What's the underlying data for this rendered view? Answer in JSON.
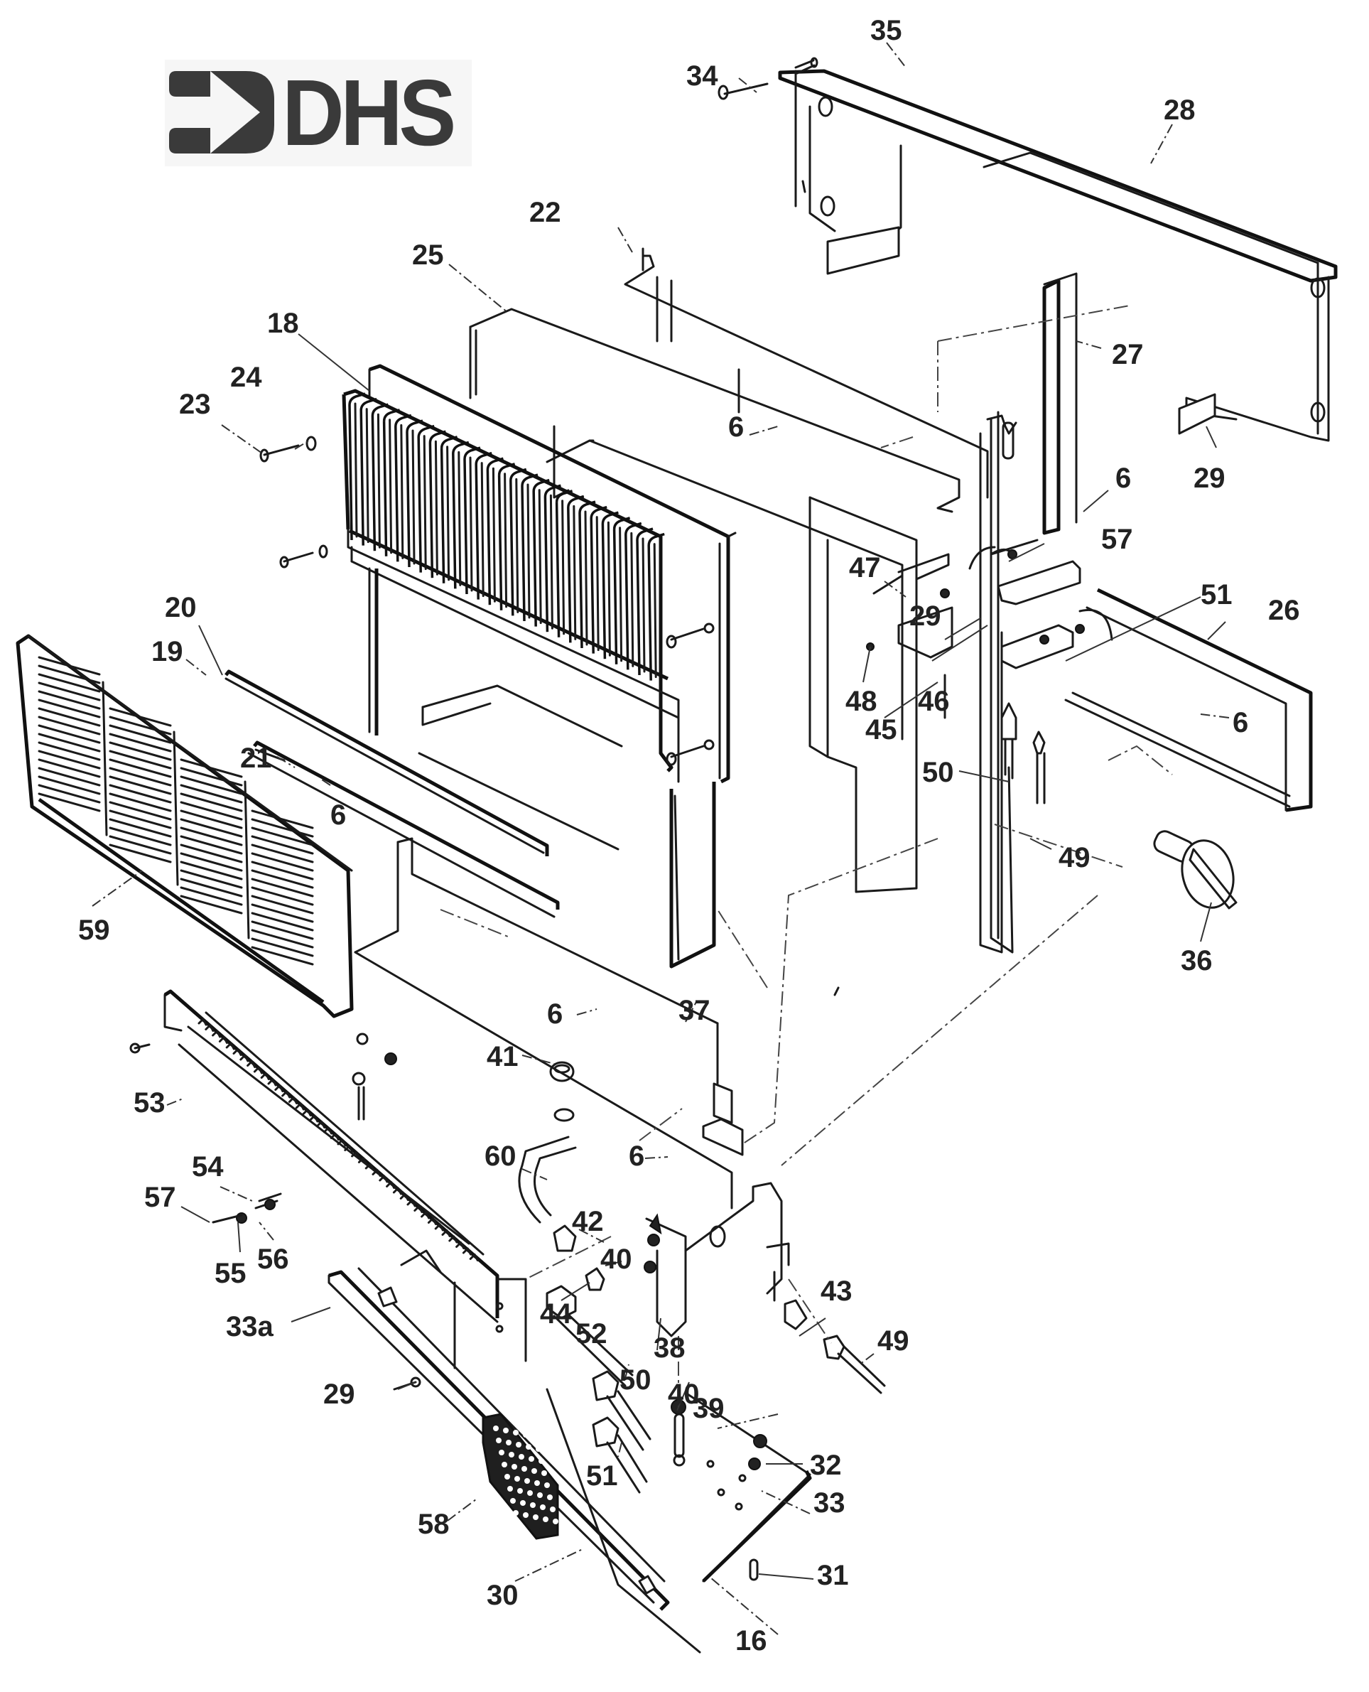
{
  "document": {
    "type": "exploded parts diagram",
    "brand_logo": {
      "text": "DHS",
      "icon": "right-arrow-icon"
    },
    "colors": {
      "ink": "#1a1a1a",
      "paper": "#ffffff",
      "logo_ink": "#3a3a3a",
      "logo_bg": "#f6f6f6"
    }
  },
  "callouts": [
    {
      "id": "c35",
      "label": "35"
    },
    {
      "id": "c34",
      "label": "34"
    },
    {
      "id": "c28",
      "label": "28"
    },
    {
      "id": "c22",
      "label": "22"
    },
    {
      "id": "c25",
      "label": "25"
    },
    {
      "id": "c18",
      "label": "18"
    },
    {
      "id": "c24",
      "label": "24"
    },
    {
      "id": "c23",
      "label": "23"
    },
    {
      "id": "c27",
      "label": "27"
    },
    {
      "id": "c6a",
      "label": "6"
    },
    {
      "id": "c29a",
      "label": "29"
    },
    {
      "id": "c6b",
      "label": "6"
    },
    {
      "id": "c57a",
      "label": "57"
    },
    {
      "id": "c47",
      "label": "47"
    },
    {
      "id": "c29b",
      "label": "29"
    },
    {
      "id": "c51a",
      "label": "51"
    },
    {
      "id": "c26",
      "label": "26"
    },
    {
      "id": "c48",
      "label": "48"
    },
    {
      "id": "c46",
      "label": "46"
    },
    {
      "id": "c45",
      "label": "45"
    },
    {
      "id": "c6c",
      "label": "6"
    },
    {
      "id": "c20",
      "label": "20"
    },
    {
      "id": "c19",
      "label": "19"
    },
    {
      "id": "c21",
      "label": "21"
    },
    {
      "id": "c6d",
      "label": "6"
    },
    {
      "id": "c50a",
      "label": "50"
    },
    {
      "id": "c49a",
      "label": "49"
    },
    {
      "id": "c59",
      "label": "59"
    },
    {
      "id": "c36",
      "label": "36"
    },
    {
      "id": "c6e",
      "label": "6"
    },
    {
      "id": "c37",
      "label": "37"
    },
    {
      "id": "c41",
      "label": "41"
    },
    {
      "id": "c53",
      "label": "53"
    },
    {
      "id": "c60",
      "label": "60"
    },
    {
      "id": "c6f",
      "label": "6"
    },
    {
      "id": "c54",
      "label": "54"
    },
    {
      "id": "c57b",
      "label": "57"
    },
    {
      "id": "c42",
      "label": "42"
    },
    {
      "id": "c40a",
      "label": "40"
    },
    {
      "id": "c56",
      "label": "56"
    },
    {
      "id": "c55",
      "label": "55"
    },
    {
      "id": "c44",
      "label": "44"
    },
    {
      "id": "c43",
      "label": "43"
    },
    {
      "id": "c52",
      "label": "52"
    },
    {
      "id": "c38",
      "label": "38"
    },
    {
      "id": "c49b",
      "label": "49"
    },
    {
      "id": "c33a",
      "label": "33a"
    },
    {
      "id": "c50b",
      "label": "50"
    },
    {
      "id": "c40b",
      "label": "40"
    },
    {
      "id": "c29c",
      "label": "29"
    },
    {
      "id": "c39",
      "label": "39"
    },
    {
      "id": "c32",
      "label": "32"
    },
    {
      "id": "c51b",
      "label": "51"
    },
    {
      "id": "c33",
      "label": "33"
    },
    {
      "id": "c58",
      "label": "58"
    },
    {
      "id": "c31",
      "label": "31"
    },
    {
      "id": "c30",
      "label": "30"
    },
    {
      "id": "c16",
      "label": "16"
    }
  ]
}
